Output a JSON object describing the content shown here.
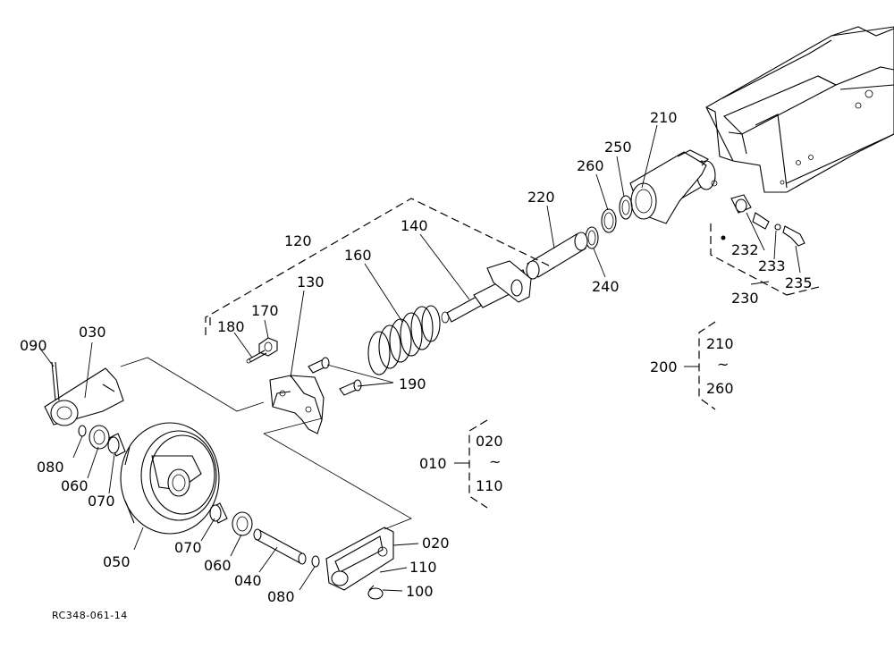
{
  "diagram_code": "RC348-061-14",
  "labels": {
    "p010": "010",
    "p020": "020",
    "p030": "030",
    "p040": "040",
    "p050": "050",
    "p060a": "060",
    "p060b": "060",
    "p070a": "070",
    "p070b": "070",
    "p080a": "080",
    "p080b": "080",
    "p090": "090",
    "p100": "100",
    "p110": "110",
    "p120": "120",
    "p130": "130",
    "p140": "140",
    "p160": "160",
    "p170": "170",
    "p180": "180",
    "p190": "190",
    "p200": "200",
    "p210": "210",
    "p220": "220",
    "p230": "230",
    "p232": "232",
    "p233": "233",
    "p235": "235",
    "p240": "240",
    "p250": "250",
    "p260": "260"
  },
  "range_groups": {
    "g010": {
      "from": "020",
      "sep": "~",
      "to": "110"
    },
    "g200": {
      "from": "210",
      "sep": "~",
      "to": "260"
    }
  }
}
